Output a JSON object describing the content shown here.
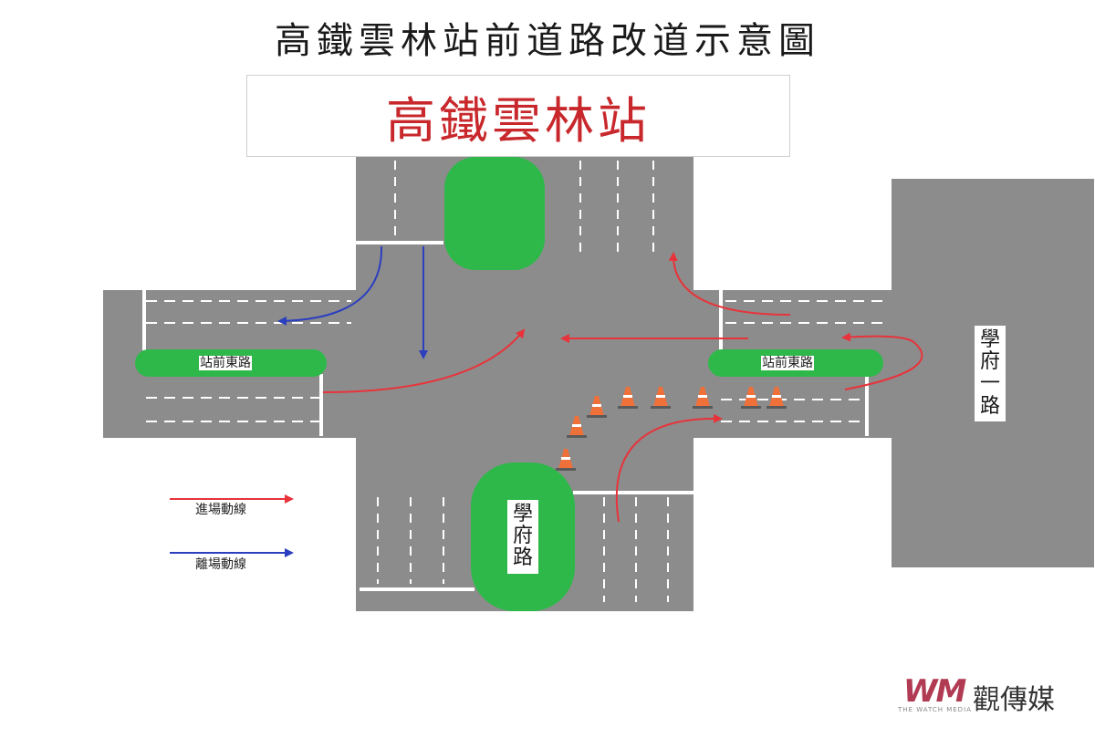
{
  "title": "高鐵雲林站前道路改道示意圖",
  "station": {
    "name": "高鐵雲林站"
  },
  "roads": {
    "west_median_label": "站前東路",
    "east_median_label": "站前東路",
    "south_median_label": "學府路",
    "east_road_label": "學府一路"
  },
  "legend": {
    "entry": {
      "label": "進場動線",
      "color": "#e8333a"
    },
    "exit": {
      "label": "離場動線",
      "color": "#2b3fbf"
    }
  },
  "colors": {
    "road": "#8c8c8c",
    "median": "#2fb84a",
    "cone": "#f0703a",
    "entry_arrow": "#e8333a",
    "exit_arrow": "#2b3fbf"
  },
  "logo": {
    "mark": "WM",
    "subtitle": "THE WATCH MEDIA",
    "text": "觀傳媒"
  }
}
